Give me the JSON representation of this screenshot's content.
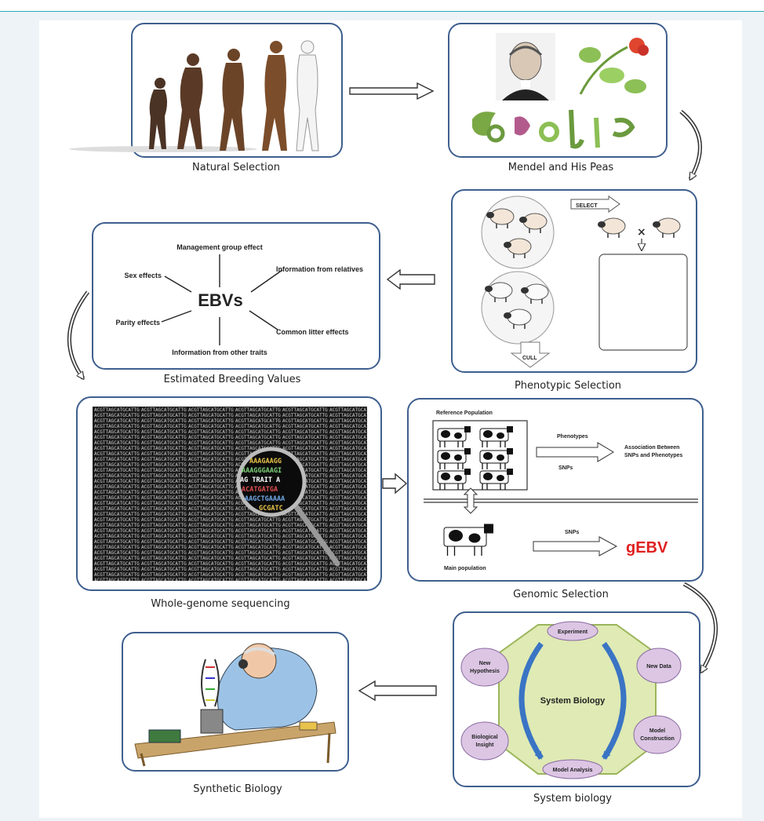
{
  "captions": {
    "natural": "Natural Selection",
    "mendel": "Mendel and His Peas",
    "phenotypic": "Phenotypic Selection",
    "ebv": "Estimated Breeding Values",
    "wgs": "Whole-genome sequencing",
    "genomic": "Genomic Selection",
    "synthetic": "Synthetic Biology",
    "system": "System biology"
  },
  "mendel_google": [
    "G",
    "o",
    "o",
    "g",
    "l",
    "e"
  ],
  "phenotypic": {
    "select": "SELECT",
    "cull": "CULL"
  },
  "ebv": {
    "center": "EBVs",
    "factors": [
      "Management group effect",
      "Information from relatives",
      "Common litter effects",
      "Information from other traits",
      "Parity effects",
      "Sex effects"
    ]
  },
  "wgs": {
    "magnifier_lines": [
      "AAAGAAGG",
      "AAAGGGAAGI",
      "AG TRAIT A",
      "ACATGATGA",
      "AAGCTGAAAA",
      "GCGATC"
    ]
  },
  "genomic": {
    "reference_population": "Reference Population",
    "phenotypes": "Phenotypes",
    "snps_top": "SNPs",
    "association": [
      "Association Between",
      "SNPs and Phenotypes"
    ],
    "snps_bottom": "SNPs",
    "main_population": "Main population",
    "gebv": "gEBV"
  },
  "system": {
    "center": "System Biology",
    "nodes": {
      "experiment": "Experiment",
      "new_data": [
        "New Data"
      ],
      "model_construction": [
        "Model",
        "Construction"
      ],
      "model_analysis": "Model Analysis",
      "biological_insight": [
        "Biological",
        "Insight"
      ],
      "new_hypothesis": [
        "New",
        "Hypothesis"
      ]
    }
  },
  "colors": {
    "panel_border": "#3f5f8f",
    "arrow": "#333333",
    "gebv": "#e02020",
    "hex_fill": "#dfeab4",
    "node_fill": "#dcc6e4",
    "cycle_arrow": "#3a74c4"
  }
}
